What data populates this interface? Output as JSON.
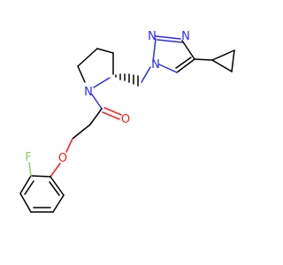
{
  "atoms": {
    "n_pyrrolidine": "N",
    "n_triazole_1": "N",
    "n_triazole_2": "N",
    "n_triazole_3": "N",
    "o_carbonyl": "O",
    "o_ether": "O",
    "f_fluoro": "F"
  },
  "colors": {
    "carbon_bond": "#000000",
    "nitrogen": "#2a2aff",
    "oxygen": "#ff1a1a",
    "fluorine": "#8fd05a"
  }
}
